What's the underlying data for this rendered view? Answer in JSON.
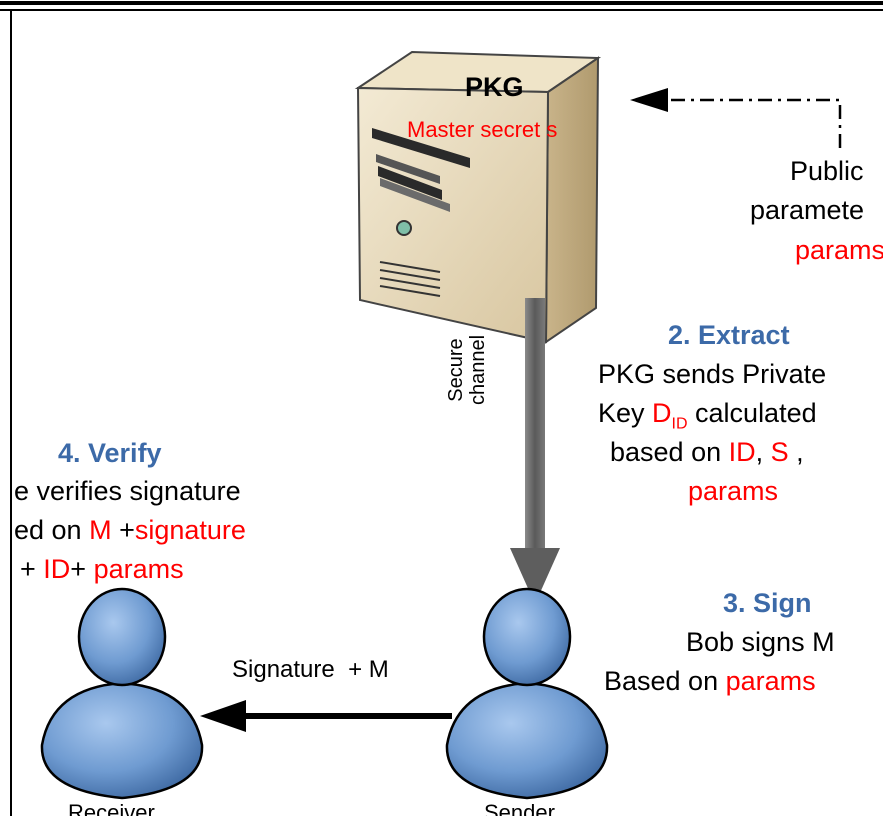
{
  "pkg": {
    "title": "PKG",
    "master_secret": "Master secret s"
  },
  "public_params": {
    "line1": "Public",
    "line2": "paramete",
    "line3": "params"
  },
  "extract": {
    "heading": "2. Extract",
    "line1": "PKG sends Private",
    "line2_pre": "Key ",
    "line2_sym": "D",
    "line2_sub": "ID",
    "line2_post": " calculated",
    "line3_pre": "based on ",
    "line3_id": "ID",
    "line3_sep": ", ",
    "line3_s": "S",
    "line3_end": " ,",
    "line4": "params"
  },
  "channel": {
    "line1": "Secure",
    "line2": "channel"
  },
  "verify": {
    "heading": "4. Verify",
    "line1": "e verifies signature",
    "line2_pre": "ed on ",
    "line2_m": "M",
    "line2_plus": " +",
    "line2_sig": "signature",
    "line3_pre": "+ ",
    "line3_id": "ID",
    "line3_plus": "+ ",
    "line3_params": "params"
  },
  "sign": {
    "heading": "3. Sign",
    "line1": "Bob signs M",
    "line2_pre": "Based on ",
    "line2_params": "params"
  },
  "message_label": "Signature  + M",
  "receiver_label": "Receiver",
  "sender_label": "Sender",
  "colors": {
    "accent_blue": "#3c6aa8",
    "highlight_red": "#ff0000",
    "server_tan": "#e8dcc0",
    "user_blue": "#6f9bd1"
  }
}
